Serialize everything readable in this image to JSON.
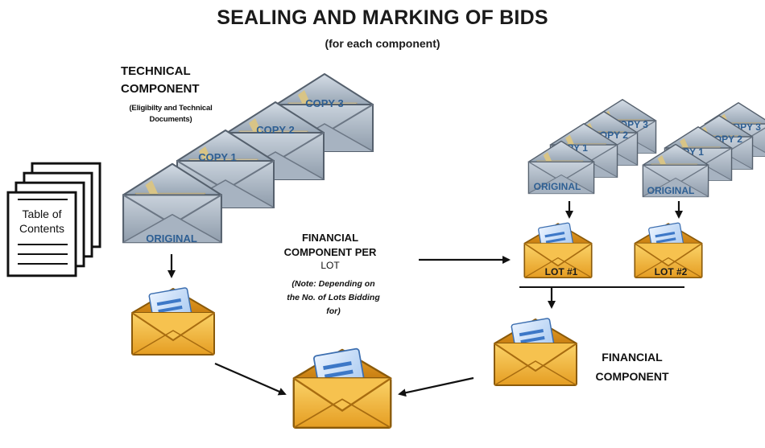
{
  "title": "SEALING AND MARKING OF BIDS",
  "subtitle": "(for each component)",
  "technical": {
    "title_line1": "TECHNICAL",
    "title_line2": "COMPONENT",
    "sub_line1": "(Eligibilty and Technical",
    "sub_line2": "Documents)",
    "envelopes": [
      "ORIGINAL",
      "COPY 1",
      "COPY 2",
      "COPY 3"
    ]
  },
  "toc": {
    "line1": "Table of",
    "line2": "Contents"
  },
  "financial_per_lot": {
    "line1": "FINANCIAL",
    "line2": "COMPONENT PER",
    "line3": "LOT",
    "note_line1": "(Note: Depending on",
    "note_line2": "the No.  of Lots Bidding",
    "note_line3": "for)"
  },
  "lots": [
    {
      "envelopes": [
        "ORIGINAL",
        "COPY 1",
        "COPY 2",
        "COPY 3"
      ],
      "label": "LOT #1"
    },
    {
      "envelopes": [
        "ORIGINAL",
        "COPY 1",
        "COPY 2",
        "COPY 3"
      ],
      "label": "LOT #2"
    }
  ],
  "financial_component": {
    "line1": "FINANCIAL",
    "line2": "COMPONENT"
  },
  "colors": {
    "envelope_gray": "#a9b6c5",
    "envelope_gold": "#f2b63a",
    "label_blue": "#2e5f93"
  }
}
